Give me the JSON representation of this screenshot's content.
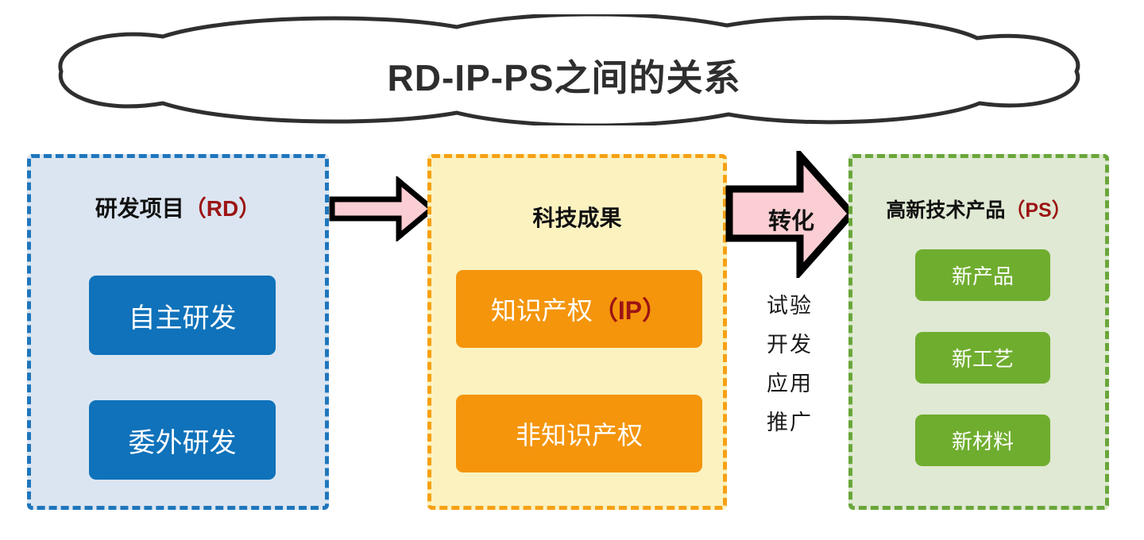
{
  "title": {
    "text": "RD-IP-PS之间的关系",
    "shape": "cloud-callout"
  },
  "panels": [
    {
      "id": "rd",
      "title_main": "研发项目",
      "title_abbr": "（RD）",
      "border_color": "#1f76bc",
      "background_color": "#dbe5f1",
      "chip_color": "#0f72ba",
      "chips": [
        {
          "label": "自主研发"
        },
        {
          "label": "委外研发"
        }
      ]
    },
    {
      "id": "achievements",
      "title_main": "科技成果",
      "title_abbr": "",
      "border_color": "#f5a114",
      "background_color": "#fbf2c0",
      "chip_color": "#f4950c",
      "chips": [
        {
          "label": "知识产权",
          "abbr": "（IP）"
        },
        {
          "label": "非知识产权",
          "abbr": ""
        }
      ]
    },
    {
      "id": "ps",
      "title_main": "高新技术产品",
      "title_abbr": "（PS）",
      "border_color": "#6aa63a",
      "background_color": "#dfe9d3",
      "chip_color": "#6fad2f",
      "chips": [
        {
          "label": "新产品"
        },
        {
          "label": "新工艺"
        },
        {
          "label": "新材料"
        }
      ]
    }
  ],
  "arrows": [
    {
      "id": "rd-to-achievements",
      "label": "",
      "fill": "#fbced3",
      "stroke": "#000000"
    },
    {
      "id": "achievements-to-ps",
      "label": "转化",
      "fill": "#fbced3",
      "stroke": "#000000"
    }
  ],
  "steps": [
    {
      "label": "试验"
    },
    {
      "label": "开发"
    },
    {
      "label": "应用"
    },
    {
      "label": "推广"
    }
  ],
  "colors": {
    "title_text": "#2e2e2e",
    "abbr_red": "#9c1414",
    "arrow_pink": "#fbced3"
  }
}
